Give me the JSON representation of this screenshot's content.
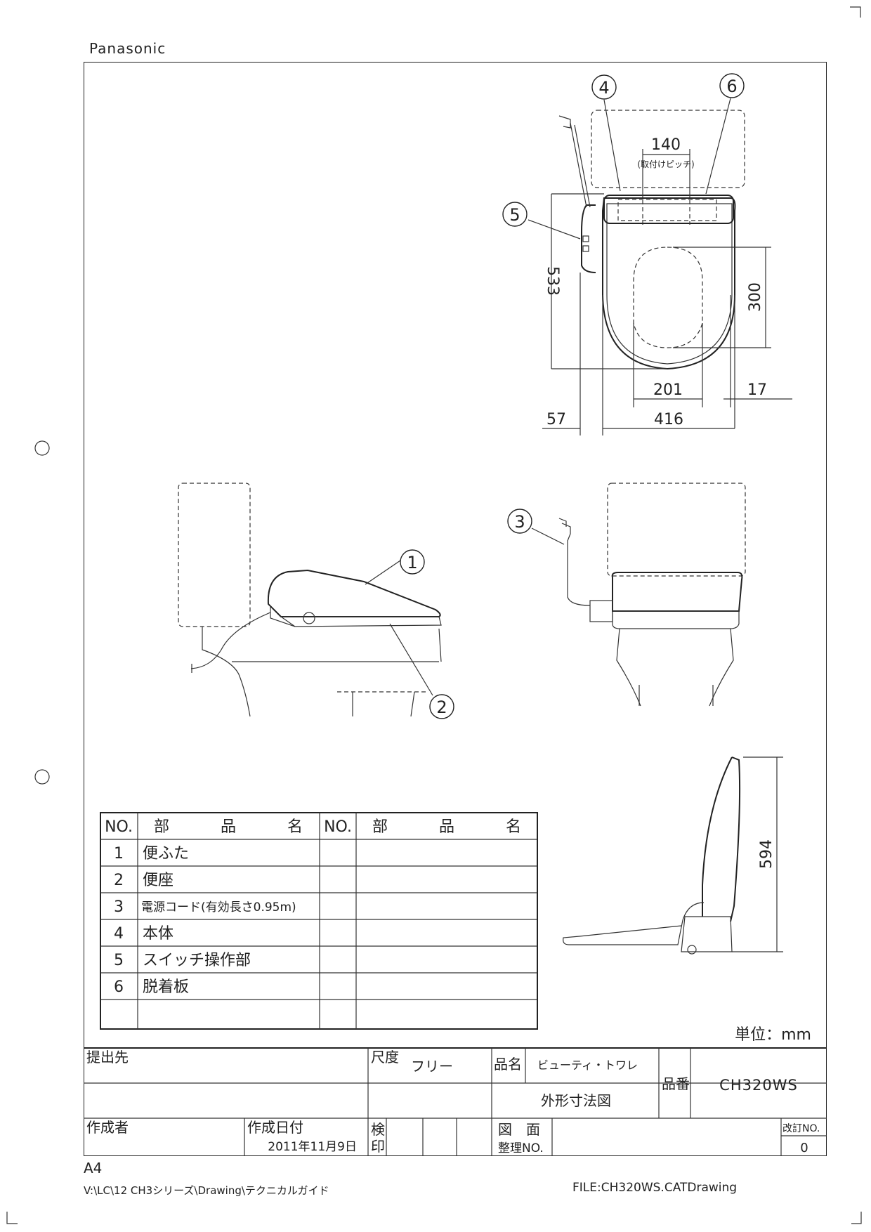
{
  "brand": "Panasonic",
  "drawing": {
    "dimensions_top_view": {
      "mount_pitch_value": "140",
      "mount_pitch_note": "(取付けピッチ)",
      "overall_length": "533",
      "opening_length": "300",
      "opening_width": "201",
      "right_offset": "17",
      "left_offset": "57",
      "overall_width": "416"
    },
    "side_height": "594",
    "callouts": [
      "1",
      "2",
      "3",
      "4",
      "5",
      "6"
    ]
  },
  "parts_table": {
    "headers": {
      "no": "NO.",
      "name_chars": [
        "部",
        "品",
        "名"
      ]
    },
    "rows": [
      {
        "no": "1",
        "name": "便ふた"
      },
      {
        "no": "2",
        "name": "便座"
      },
      {
        "no": "3",
        "name": "電源コード(有効長さ0.95m)"
      },
      {
        "no": "4",
        "name": "本体"
      },
      {
        "no": "5",
        "name": "スイッチ操作部"
      },
      {
        "no": "6",
        "name": "脱着板"
      }
    ]
  },
  "unit_label": "単位：mm",
  "title_block": {
    "submit_to_label": "提出先",
    "scale_label": "尺度",
    "scale_value": "フリー",
    "product_name_label": "品名",
    "product_name": "ビューティ・トワレ",
    "drawing_title": "外形寸法図",
    "part_no_label": "品番",
    "part_no": "CH320WS",
    "author_label": "作成者",
    "date_label": "作成日付",
    "date_value": "2011年11月9日",
    "inspect_label_1": "検",
    "inspect_label_2": "印",
    "drawing_ref_label_1": "図　面",
    "drawing_ref_label_2": "整理NO.",
    "revision_label": "改訂NO.",
    "revision_value": "0"
  },
  "paper_size": "A4",
  "path_text": "V:\\LC\\12 CH3シリーズ\\Drawing\\テクニカルガイド",
  "file_text": "FILE:CH320WS.CATDrawing"
}
